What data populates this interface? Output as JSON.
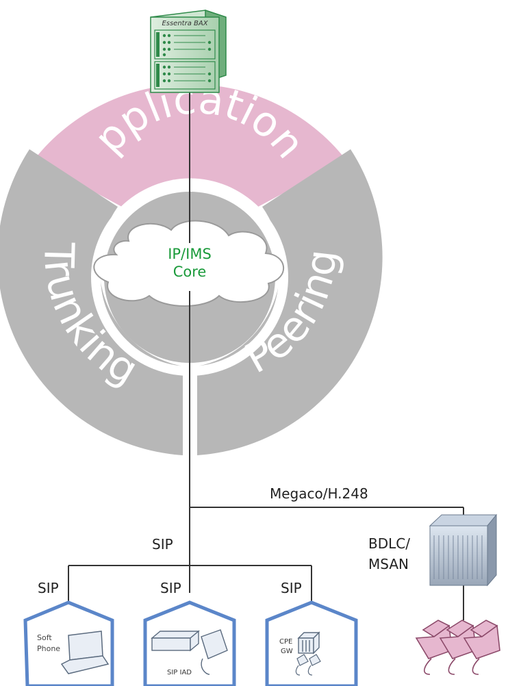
{
  "server": {
    "label": "Essentra BAX"
  },
  "segments": {
    "applications": "Applications",
    "trunking": "Trunking",
    "peering": "Peering"
  },
  "core": {
    "line1": "IP/IMS",
    "line2": "Core"
  },
  "links": {
    "megaco": "Megaco/H.248",
    "sip_main": "SIP",
    "sip_left": "SIP",
    "sip_mid": "SIP",
    "sip_right": "SIP"
  },
  "msan": {
    "line1": "BDLC/",
    "line2": "MSAN"
  },
  "houses": {
    "softphone_line1": "Soft",
    "softphone_line2": "Phone",
    "sipiad": "SIP IAD",
    "cpe_line1": "CPE",
    "cpe_line2": "GW"
  },
  "colors": {
    "applications": "#e6b7cf",
    "gray_segment": "#b7b7b7",
    "core_text": "#1a9a3a",
    "house_blue": "#5b86c9",
    "server_green": "#2f8a4a"
  }
}
